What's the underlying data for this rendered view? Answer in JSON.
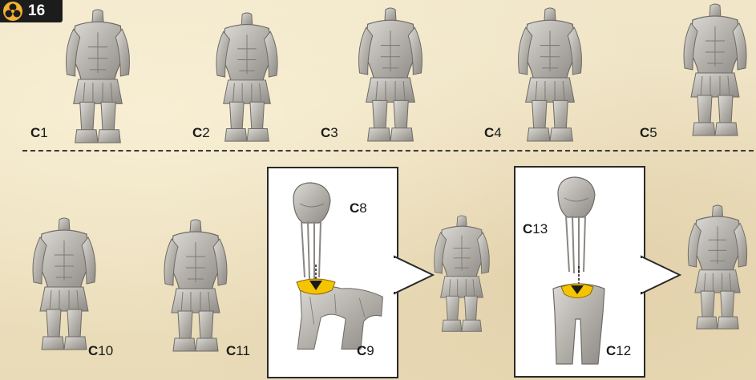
{
  "page": {
    "number": "16",
    "icon": "skull-trefoil-icon"
  },
  "parts": {
    "c1": {
      "prefix": "C",
      "num": "1"
    },
    "c2": {
      "prefix": "C",
      "num": "2"
    },
    "c3": {
      "prefix": "C",
      "num": "3"
    },
    "c4": {
      "prefix": "C",
      "num": "4"
    },
    "c5": {
      "prefix": "C",
      "num": "5"
    },
    "c8": {
      "prefix": "C",
      "num": "8"
    },
    "c9": {
      "prefix": "C",
      "num": "9"
    },
    "c10": {
      "prefix": "C",
      "num": "10"
    },
    "c11": {
      "prefix": "C",
      "num": "11"
    },
    "c12": {
      "prefix": "C",
      "num": "12"
    },
    "c13": {
      "prefix": "C",
      "num": "13"
    }
  },
  "colors": {
    "page_bg": "#efe3c4",
    "badge_bg": "#1c1c1c",
    "badge_icon": "#f2b233",
    "miniature": "#b9b6b1",
    "glue_marker": "#f5c400",
    "divider": "#3a3a3a"
  }
}
